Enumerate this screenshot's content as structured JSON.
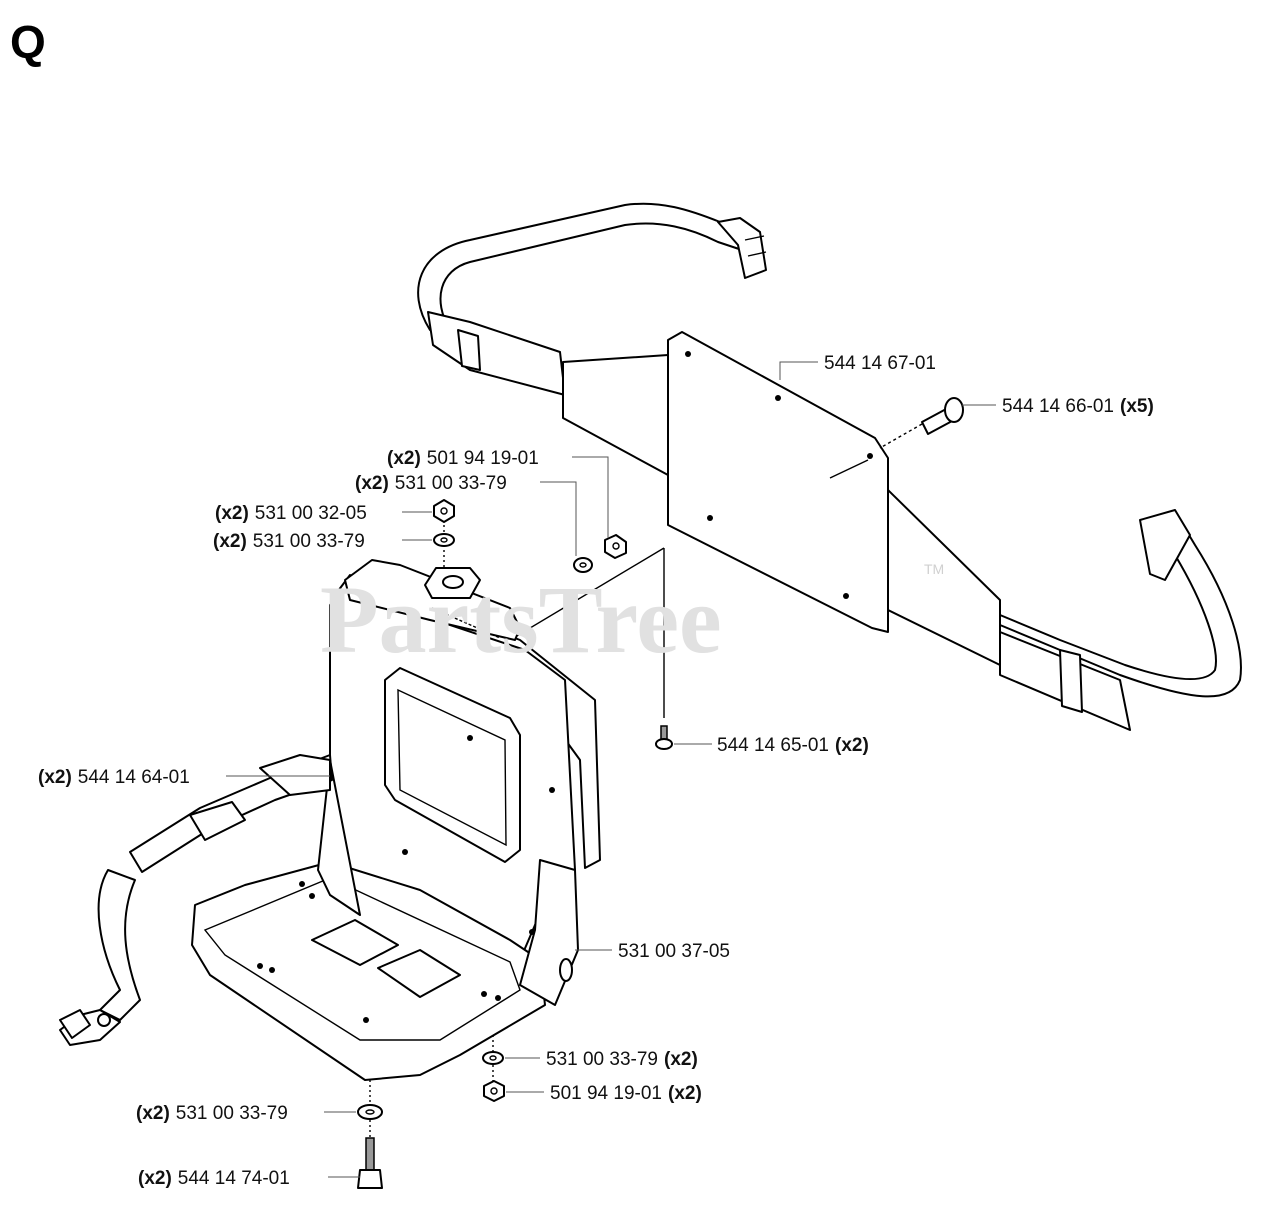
{
  "section_letter": "Q",
  "watermark": "PartsTree",
  "watermark_tm": "TM",
  "callouts": [
    {
      "id": "harness-plate",
      "part": "544 14 67-01",
      "prefix": "",
      "suffix": ""
    },
    {
      "id": "plate-screw",
      "part": "544 14 66-01",
      "prefix": "",
      "suffix": "(x5)"
    },
    {
      "id": "top-nut-right",
      "part": "501 94 19-01",
      "prefix": "(x2)",
      "suffix": ""
    },
    {
      "id": "top-washer-right",
      "part": "531 00 33-79",
      "prefix": "(x2)",
      "suffix": ""
    },
    {
      "id": "top-nut-left",
      "part": "531 00 32-05",
      "prefix": "(x2)",
      "suffix": ""
    },
    {
      "id": "top-washer-left",
      "part": "531 00 33-79",
      "prefix": "(x2)",
      "suffix": ""
    },
    {
      "id": "frame-screw",
      "part": "544 14 65-01",
      "prefix": "",
      "suffix": "(x2)"
    },
    {
      "id": "hip-strap",
      "part": "544 14 64-01",
      "prefix": "(x2)",
      "suffix": ""
    },
    {
      "id": "back-frame",
      "part": "531 00 37-05",
      "prefix": "",
      "suffix": ""
    },
    {
      "id": "bottom-washer-right",
      "part": "531 00 33-79",
      "prefix": "",
      "suffix": "(x2)"
    },
    {
      "id": "bottom-nut-right",
      "part": "501 94 19-01",
      "prefix": "",
      "suffix": "(x2)"
    },
    {
      "id": "bottom-washer-left",
      "part": "531 00 33-79",
      "prefix": "(x2)",
      "suffix": ""
    },
    {
      "id": "bottom-bolt",
      "part": "544 14 74-01",
      "prefix": "(x2)",
      "suffix": ""
    }
  ]
}
